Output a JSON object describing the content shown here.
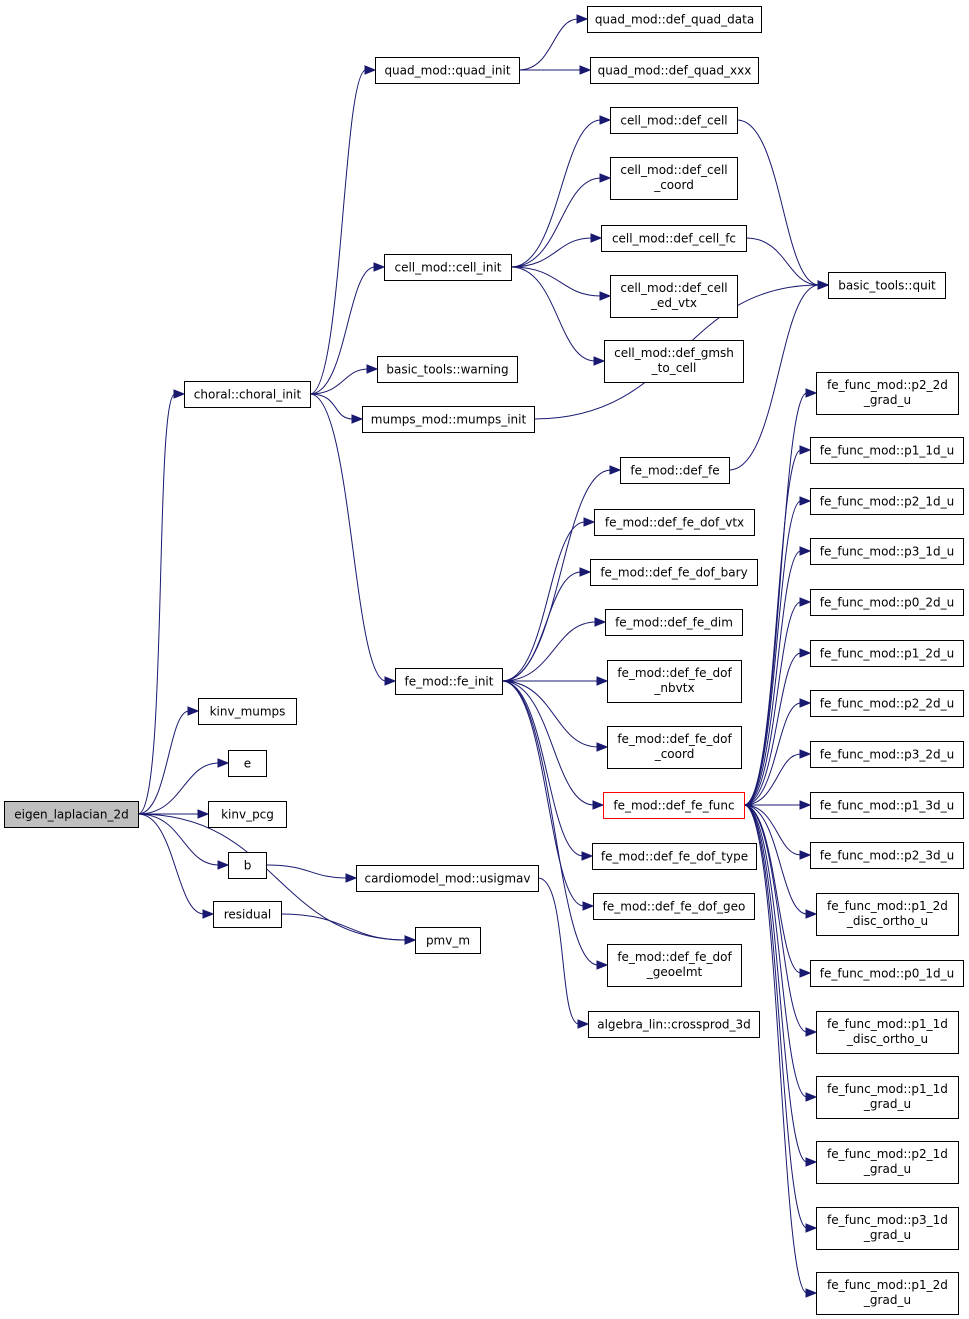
{
  "colors": {
    "edge": "#191970",
    "root_fill": "#bfbfbf",
    "highlight_border": "#ff0000",
    "node_border": "#000000"
  },
  "nodes": {
    "eigen_laplacian_2d": [
      "eigen_laplacian_2d"
    ],
    "choral_init": [
      "choral::choral_init"
    ],
    "kinv_mumps": [
      "kinv_mumps"
    ],
    "e": [
      "e"
    ],
    "kinv_pcg": [
      "kinv_pcg"
    ],
    "b": [
      "b"
    ],
    "residual": [
      "residual"
    ],
    "pmv_m": [
      "pmv_m"
    ],
    "usigmav": [
      "cardiomodel_mod::usigmav"
    ],
    "crossprod_3d": [
      "algebra_lin::crossprod_3d"
    ],
    "quad_init": [
      "quad_mod::quad_init"
    ],
    "def_quad_data": [
      "quad_mod::def_quad_data"
    ],
    "def_quad_xxx": [
      "quad_mod::def_quad_xxx"
    ],
    "cell_init": [
      "cell_mod::cell_init"
    ],
    "def_cell": [
      "cell_mod::def_cell"
    ],
    "def_cell_coord": [
      "cell_mod::def_cell",
      "_coord"
    ],
    "def_cell_fc": [
      "cell_mod::def_cell_fc"
    ],
    "def_cell_ed_vtx": [
      "cell_mod::def_cell",
      "_ed_vtx"
    ],
    "def_gmsh_to_cell": [
      "cell_mod::def_gmsh",
      "_to_cell"
    ],
    "quit": [
      "basic_tools::quit"
    ],
    "warning": [
      "basic_tools::warning"
    ],
    "mumps_init": [
      "mumps_mod::mumps_init"
    ],
    "fe_init": [
      "fe_mod::fe_init"
    ],
    "def_fe": [
      "fe_mod::def_fe"
    ],
    "def_fe_dof_vtx": [
      "fe_mod::def_fe_dof_vtx"
    ],
    "def_fe_dof_bary": [
      "fe_mod::def_fe_dof_bary"
    ],
    "def_fe_dim": [
      "fe_mod::def_fe_dim"
    ],
    "def_fe_dof_nbvtx": [
      "fe_mod::def_fe_dof",
      "_nbvtx"
    ],
    "def_fe_dof_coord": [
      "fe_mod::def_fe_dof",
      "_coord"
    ],
    "def_fe_func": [
      "fe_mod::def_fe_func"
    ],
    "def_fe_dof_type": [
      "fe_mod::def_fe_dof_type"
    ],
    "def_fe_dof_geo": [
      "fe_mod::def_fe_dof_geo"
    ],
    "def_fe_dof_geoelmt": [
      "fe_mod::def_fe_dof",
      "_geoelmt"
    ],
    "p2_2d_grad_u": [
      "fe_func_mod::p2_2d",
      "_grad_u"
    ],
    "p1_1d_u": [
      "fe_func_mod::p1_1d_u"
    ],
    "p2_1d_u": [
      "fe_func_mod::p2_1d_u"
    ],
    "p3_1d_u": [
      "fe_func_mod::p3_1d_u"
    ],
    "p0_2d_u": [
      "fe_func_mod::p0_2d_u"
    ],
    "p1_2d_u": [
      "fe_func_mod::p1_2d_u"
    ],
    "p2_2d_u": [
      "fe_func_mod::p2_2d_u"
    ],
    "p3_2d_u": [
      "fe_func_mod::p3_2d_u"
    ],
    "p1_3d_u": [
      "fe_func_mod::p1_3d_u"
    ],
    "p2_3d_u": [
      "fe_func_mod::p2_3d_u"
    ],
    "p1_2d_disc_ortho_u": [
      "fe_func_mod::p1_2d",
      "_disc_ortho_u"
    ],
    "p0_1d_u": [
      "fe_func_mod::p0_1d_u"
    ],
    "p1_1d_disc_ortho_u": [
      "fe_func_mod::p1_1d",
      "_disc_ortho_u"
    ],
    "p1_1d_grad_u": [
      "fe_func_mod::p1_1d",
      "_grad_u"
    ],
    "p2_1d_grad_u": [
      "fe_func_mod::p2_1d",
      "_grad_u"
    ],
    "p3_1d_grad_u": [
      "fe_func_mod::p3_1d",
      "_grad_u"
    ],
    "p1_2d_grad_u": [
      "fe_func_mod::p1_2d",
      "_grad_u"
    ]
  },
  "edges": [
    [
      "eigen_laplacian_2d",
      "choral_init"
    ],
    [
      "eigen_laplacian_2d",
      "kinv_mumps"
    ],
    [
      "eigen_laplacian_2d",
      "e"
    ],
    [
      "eigen_laplacian_2d",
      "kinv_pcg"
    ],
    [
      "eigen_laplacian_2d",
      "b"
    ],
    [
      "eigen_laplacian_2d",
      "residual"
    ],
    [
      "eigen_laplacian_2d",
      "pmv_m"
    ],
    [
      "choral_init",
      "quad_init"
    ],
    [
      "choral_init",
      "cell_init"
    ],
    [
      "choral_init",
      "warning"
    ],
    [
      "choral_init",
      "mumps_init"
    ],
    [
      "choral_init",
      "fe_init"
    ],
    [
      "quad_init",
      "def_quad_data"
    ],
    [
      "quad_init",
      "def_quad_xxx"
    ],
    [
      "cell_init",
      "def_cell"
    ],
    [
      "cell_init",
      "def_cell_coord"
    ],
    [
      "cell_init",
      "def_cell_fc"
    ],
    [
      "cell_init",
      "def_cell_ed_vtx"
    ],
    [
      "cell_init",
      "def_gmsh_to_cell"
    ],
    [
      "def_cell",
      "quit"
    ],
    [
      "def_cell_fc",
      "quit"
    ],
    [
      "mumps_init",
      "quit"
    ],
    [
      "def_fe",
      "quit"
    ],
    [
      "fe_init",
      "def_fe"
    ],
    [
      "fe_init",
      "def_fe_dof_vtx"
    ],
    [
      "fe_init",
      "def_fe_dof_bary"
    ],
    [
      "fe_init",
      "def_fe_dim"
    ],
    [
      "fe_init",
      "def_fe_dof_nbvtx"
    ],
    [
      "fe_init",
      "def_fe_dof_coord"
    ],
    [
      "fe_init",
      "def_fe_func"
    ],
    [
      "fe_init",
      "def_fe_dof_type"
    ],
    [
      "fe_init",
      "def_fe_dof_geo"
    ],
    [
      "fe_init",
      "def_fe_dof_geoelmt"
    ],
    [
      "b",
      "usigmav"
    ],
    [
      "usigmav",
      "crossprod_3d"
    ],
    [
      "residual",
      "pmv_m"
    ],
    [
      "def_fe_func",
      "p2_2d_grad_u"
    ],
    [
      "def_fe_func",
      "p1_1d_u"
    ],
    [
      "def_fe_func",
      "p2_1d_u"
    ],
    [
      "def_fe_func",
      "p3_1d_u"
    ],
    [
      "def_fe_func",
      "p0_2d_u"
    ],
    [
      "def_fe_func",
      "p1_2d_u"
    ],
    [
      "def_fe_func",
      "p2_2d_u"
    ],
    [
      "def_fe_func",
      "p3_2d_u"
    ],
    [
      "def_fe_func",
      "p1_3d_u"
    ],
    [
      "def_fe_func",
      "p2_3d_u"
    ],
    [
      "def_fe_func",
      "p1_2d_disc_ortho_u"
    ],
    [
      "def_fe_func",
      "p0_1d_u"
    ],
    [
      "def_fe_func",
      "p1_1d_disc_ortho_u"
    ],
    [
      "def_fe_func",
      "p1_1d_grad_u"
    ],
    [
      "def_fe_func",
      "p2_1d_grad_u"
    ],
    [
      "def_fe_func",
      "p3_1d_grad_u"
    ],
    [
      "def_fe_func",
      "p1_2d_grad_u"
    ]
  ]
}
